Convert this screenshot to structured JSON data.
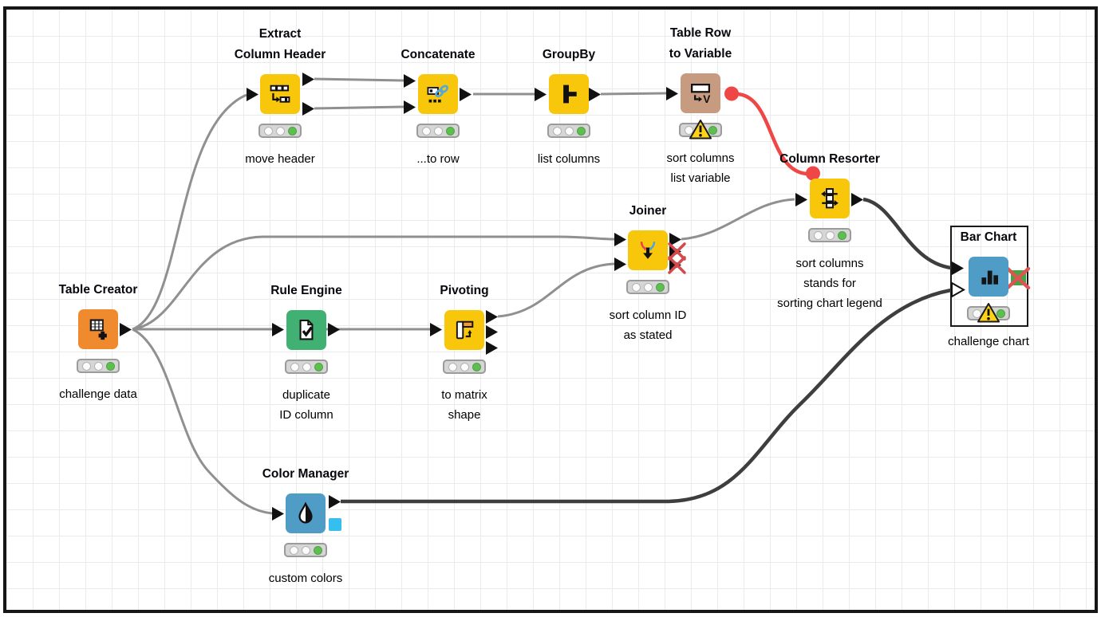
{
  "workflow": {
    "tool": "workflow-editor",
    "nodes": [
      {
        "id": "table-creator",
        "title": "Table Creator",
        "annotation": "challenge data",
        "status": "executed",
        "color": "#EF8A2E"
      },
      {
        "id": "extract-column-header",
        "title": "Extract\nColumn Header",
        "annotation": "move header",
        "status": "executed",
        "color": "#F8C70C"
      },
      {
        "id": "concatenate",
        "title": "Concatenate",
        "annotation": "...to row",
        "status": "executed",
        "color": "#F8C70C"
      },
      {
        "id": "groupby",
        "title": "GroupBy",
        "annotation": "list columns",
        "status": "executed",
        "color": "#F8C70C"
      },
      {
        "id": "table-row-to-variable",
        "title": "Table Row\nto Variable",
        "annotation": "sort columns\nlist variable",
        "status": "executed-with-warning",
        "color": "#C69B7F"
      },
      {
        "id": "joiner",
        "title": "Joiner",
        "annotation": "sort column ID\nas stated",
        "status": "executed",
        "color": "#F8C70C"
      },
      {
        "id": "column-resorter",
        "title": "Column Resorter",
        "annotation": "sort columns\nstands for\nsorting chart legend",
        "status": "executed",
        "color": "#F8C70C"
      },
      {
        "id": "rule-engine",
        "title": "Rule Engine",
        "annotation": "duplicate\nID column",
        "status": "executed",
        "color": "#41B173"
      },
      {
        "id": "pivoting",
        "title": "Pivoting",
        "annotation": "to matrix\nshape",
        "status": "executed",
        "color": "#F8C70C"
      },
      {
        "id": "color-manager",
        "title": "Color Manager",
        "annotation": "custom colors",
        "status": "executed",
        "color": "#4F9DC7"
      },
      {
        "id": "bar-chart",
        "title": "Bar Chart",
        "annotation": "challenge chart",
        "status": "executed-with-warning",
        "color": "#4F9DC7"
      }
    ],
    "connections": [
      {
        "from": "table-creator",
        "to": "extract-column-header",
        "kind": "data"
      },
      {
        "from": "table-creator",
        "to": "rule-engine",
        "kind": "data"
      },
      {
        "from": "table-creator",
        "to": "joiner",
        "kind": "data"
      },
      {
        "from": "table-creator",
        "to": "color-manager",
        "kind": "data"
      },
      {
        "from": "extract-column-header",
        "to": "concatenate",
        "kind": "data",
        "note": "two parallel links"
      },
      {
        "from": "concatenate",
        "to": "groupby",
        "kind": "data"
      },
      {
        "from": "groupby",
        "to": "table-row-to-variable",
        "kind": "data"
      },
      {
        "from": "table-row-to-variable",
        "to": "column-resorter",
        "kind": "flow-variable"
      },
      {
        "from": "rule-engine",
        "to": "pivoting",
        "kind": "data"
      },
      {
        "from": "pivoting",
        "to": "joiner",
        "kind": "data"
      },
      {
        "from": "joiner",
        "to": "column-resorter",
        "kind": "data"
      },
      {
        "from": "column-resorter",
        "to": "bar-chart",
        "kind": "data-highlighted"
      },
      {
        "from": "color-manager",
        "to": "bar-chart",
        "kind": "data-highlighted"
      }
    ],
    "colors": {
      "wire_gray": "#909090",
      "wire_dark": "#3E3E3E",
      "wire_flow_variable_red": "#EE4746",
      "status_green": "#5FBE50",
      "warning_yellow": "#FFD117",
      "inactive_port_x_red": "#D6494B",
      "image_port_green": "#3FA845",
      "color_model_port_cyan": "#35BEEE",
      "grid_line": "#EBEBEB"
    }
  }
}
